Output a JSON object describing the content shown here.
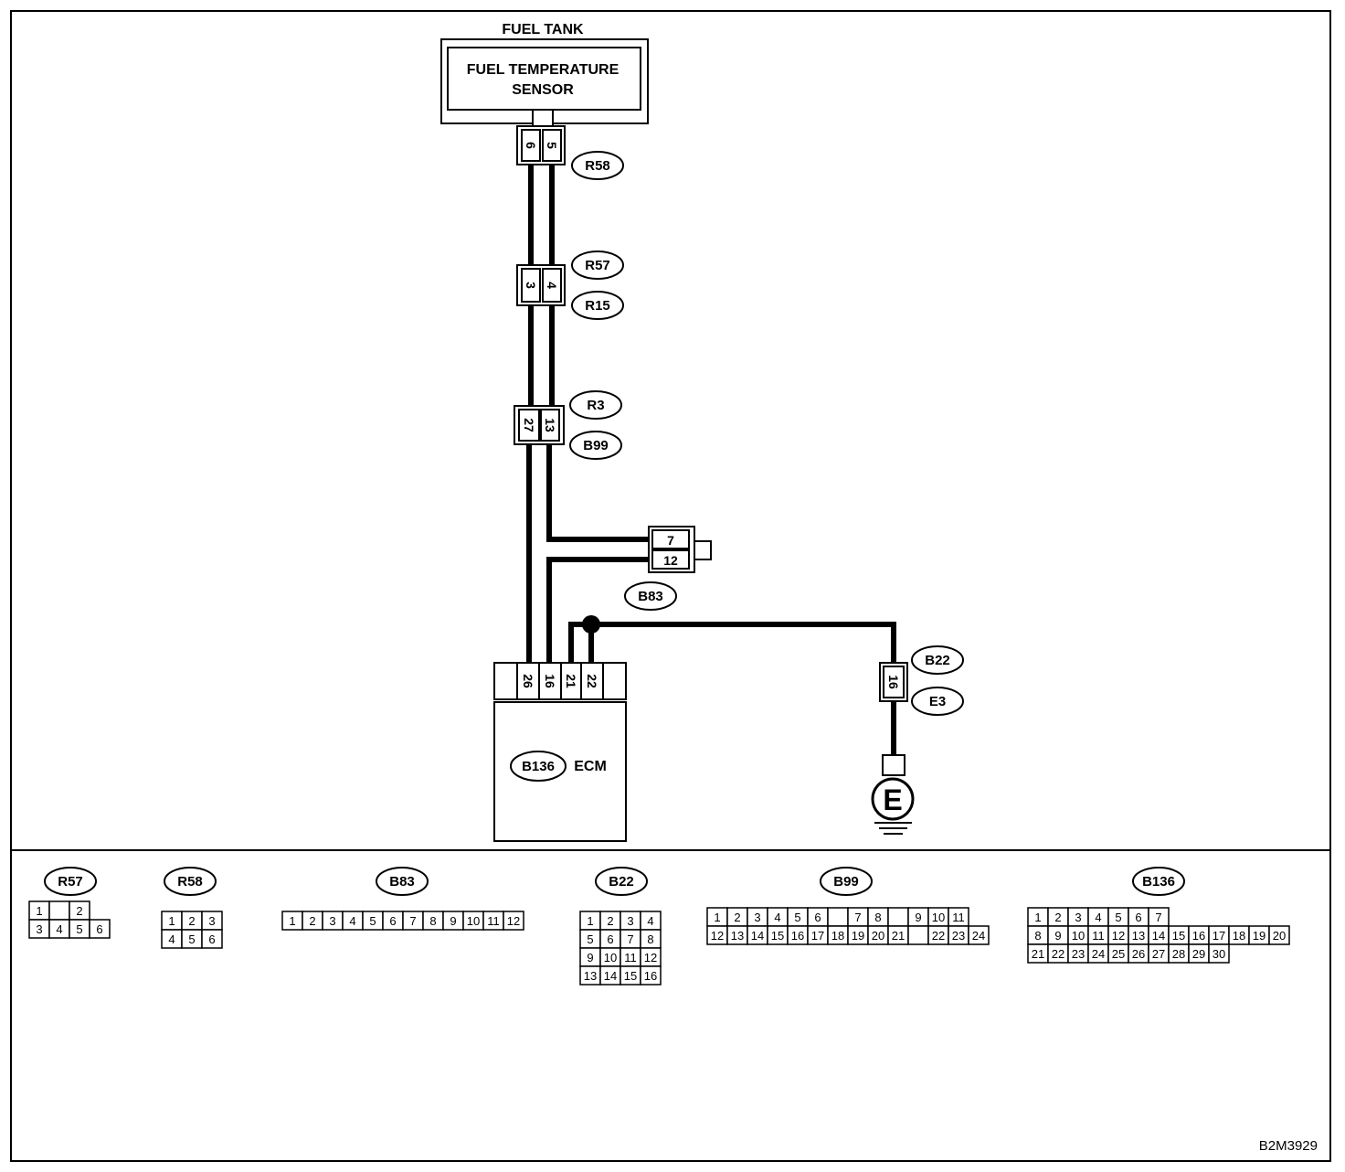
{
  "fuel_tank_label": "FUEL TANK",
  "sensor_label": [
    "FUEL TEMPERATURE",
    "SENSOR"
  ],
  "ecm_label": "ECM",
  "ground_symbol": "E",
  "drawing_code": "B2M3929",
  "connector_refs": {
    "r58": "R58",
    "r57": "R57",
    "r15": "R15",
    "r3": "R3",
    "b99": "B99",
    "b83": "B83",
    "b22": "B22",
    "e3": "E3",
    "b136": "B136"
  },
  "pin_labels": {
    "r58": [
      "6",
      "5"
    ],
    "r57_r15": [
      "3",
      "4"
    ],
    "r3_b99": [
      "27",
      "13"
    ],
    "b83": [
      "7",
      "12"
    ],
    "ecm": [
      "26",
      "16",
      "21",
      "22"
    ],
    "b22_e3": [
      "16"
    ]
  },
  "connector_faces": [
    {
      "id": "R57",
      "rows": [
        [
          "1",
          "",
          "2"
        ],
        [
          "3",
          "4",
          "5",
          "6"
        ]
      ]
    },
    {
      "id": "R58",
      "rows": [
        [
          "1",
          "2",
          "3"
        ],
        [
          "4",
          "5",
          "6"
        ]
      ]
    },
    {
      "id": "B83",
      "rows": [
        [
          "1",
          "2",
          "3",
          "4",
          "5",
          "6",
          "7",
          "8",
          "9",
          "10",
          "11",
          "12"
        ]
      ]
    },
    {
      "id": "B22",
      "rows": [
        [
          "1",
          "2",
          "3",
          "4"
        ],
        [
          "5",
          "6",
          "7",
          "8"
        ],
        [
          "9",
          "10",
          "11",
          "12"
        ],
        [
          "13",
          "14",
          "15",
          "16"
        ]
      ]
    },
    {
      "id": "B99",
      "rows": [
        [
          "1",
          "2",
          "3",
          "4",
          "5",
          "6",
          "",
          "7",
          "8",
          "",
          "9",
          "10",
          "11"
        ],
        [
          "12",
          "13",
          "14",
          "15",
          "16",
          "17",
          "18",
          "19",
          "20",
          "21",
          "",
          "22",
          "23",
          "24"
        ]
      ]
    },
    {
      "id": "B136",
      "rows": [
        [
          "1",
          "2",
          "3",
          "4",
          "5",
          "6",
          "7"
        ],
        [
          "8",
          "9",
          "10",
          "11",
          "12",
          "13",
          "14",
          "15",
          "16",
          "17",
          "18",
          "19",
          "20"
        ],
        [
          "21",
          "22",
          "23",
          "24",
          "25",
          "26",
          "27",
          "28",
          "29",
          "30"
        ]
      ]
    }
  ]
}
